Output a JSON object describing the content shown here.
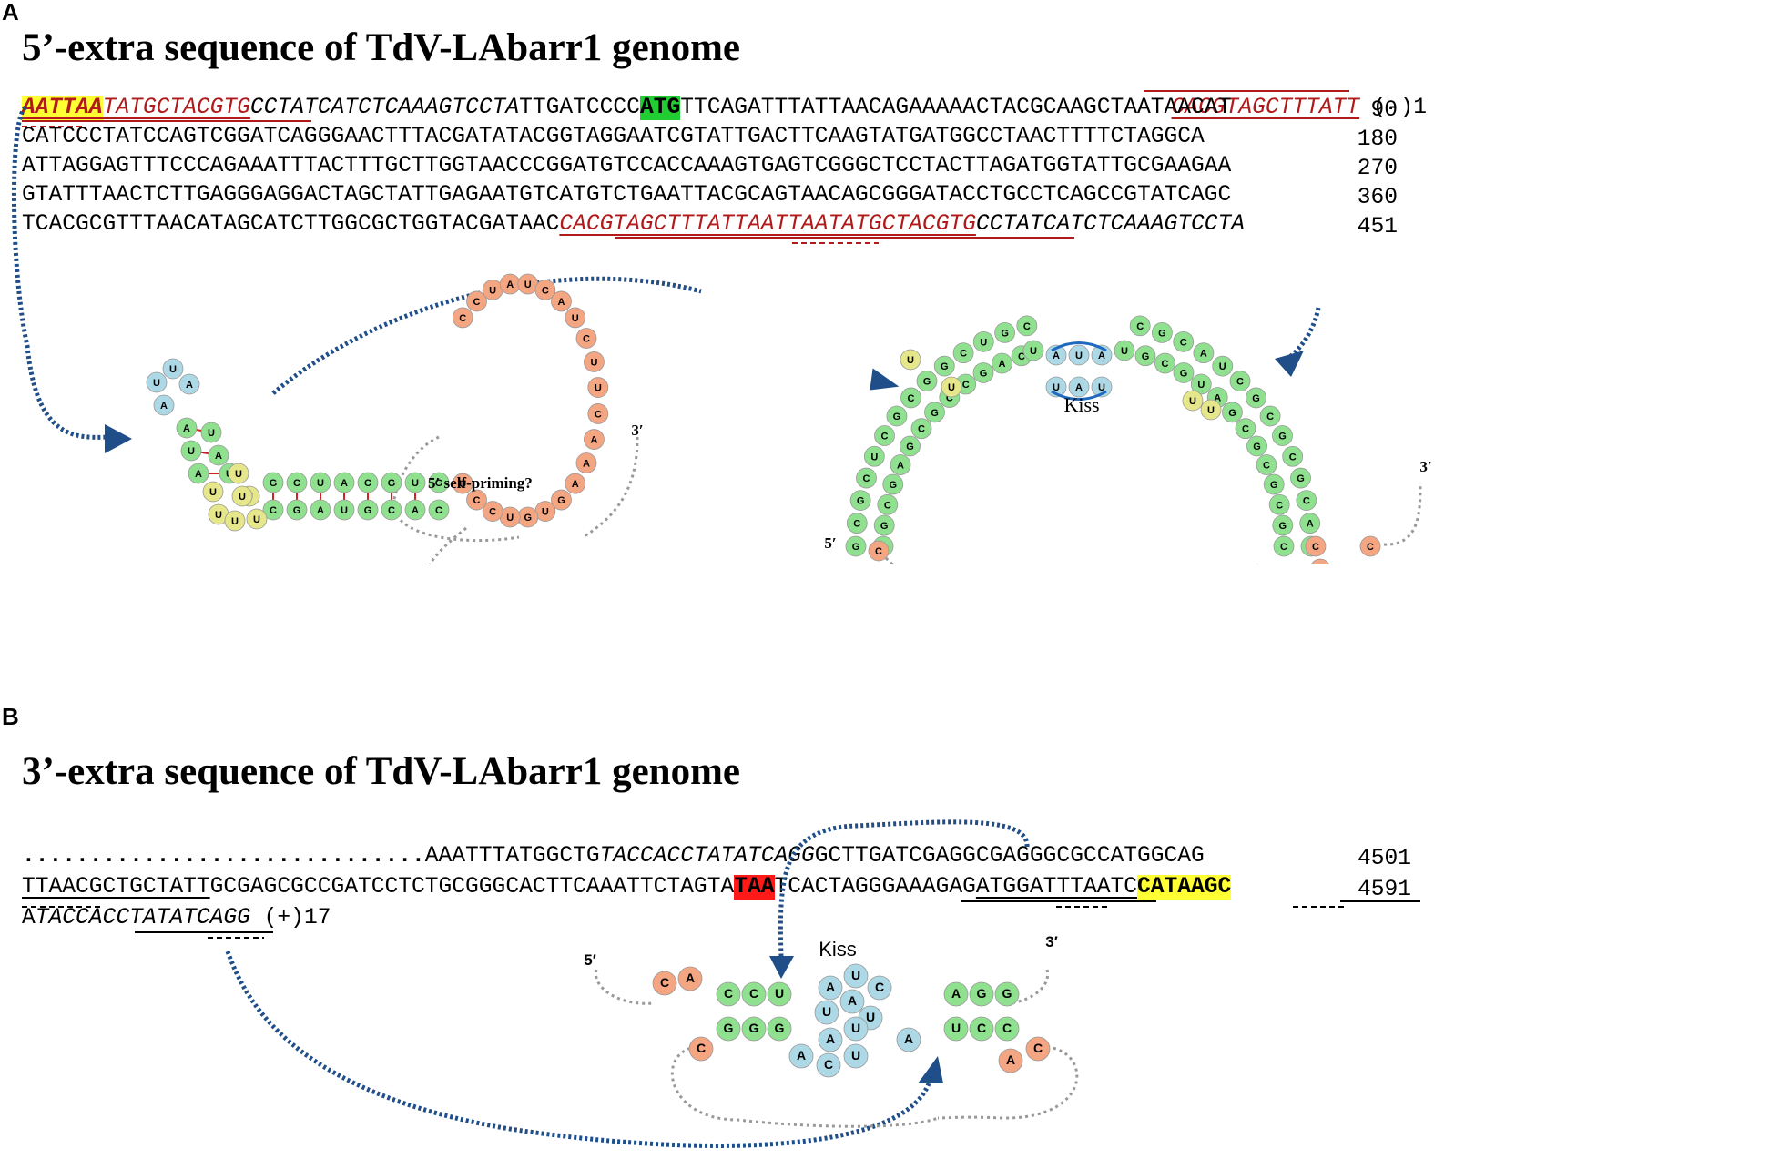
{
  "panelA": {
    "letter": "A",
    "title": "5’-extra sequence of TdV-LAbarr1 genome",
    "minus_label_seq": "CACGTAGCTTTATT",
    "minus_label_suffix": " (-)1",
    "line1": {
      "yellow": "AATTAA",
      "red_it": "TATGCTACGTG",
      "italic": "CCTATCATCTCAAAGTCCTA",
      "plain1": "TTGATCCCC",
      "green": "ATG",
      "plain2": "TTCAGATTTATTAACAGAAAAACTACGCAAGCTAATAACAT",
      "num": "90"
    },
    "line2": {
      "seq": "CATCCCTATCCAGTCGGATCAGGGAACTTTACGATATACGGTAGGAATCGTATTGACTTCAAGTATGATGGCCTAACTTTTCTAGGCA",
      "num": "180"
    },
    "line3": {
      "seq": "ATTAGGAGTTTCCCAGAAATTTACTTTGCTTGGTAACCCGGATGTCCACCAAAGTGAGTCGGGCTCCTACTTAGATGGTATTGCGAAGAA",
      "num": "270"
    },
    "line4": {
      "seq": "GTATTTAACTCTTGAGGGAGGACTAGCTATTGAGAATGTCATGTCTGAATTACGCAGTAACAGCGGGATACCTGCCTCAGCCGTATCAGC",
      "num": "360"
    },
    "line5": {
      "plain": "TCACGCGTTTAACATAGCATCTTGGCGCTGGTACGATAAC",
      "red_it": "CACGTAGCTTTATTAATTAATATGCTACGTG",
      "italic": "CCTATCATCTCAAAGTCCTA",
      "num": "451"
    },
    "labels": {
      "self_priming": "5′ self-priming?",
      "kiss": "Kiss",
      "five_prime": "5′",
      "three_prime": "3′"
    }
  },
  "panelB": {
    "letter": "B",
    "title": "3’-extra sequence of TdV-LAbarr1 genome",
    "line1": {
      "dots": "..............................",
      "plain1": "AAATTTATGGCTG",
      "italic": "TACCACCTATATCAGG",
      "plain2": "GCTTGATCGAGGCGAGGGCGCCATGGCAG",
      "num": "4501"
    },
    "line2": {
      "ul1": "TTAACGCTGCTATT",
      "plain1": "GCGAGCGCCGATCCTCTGCGGGCACTTCAAATTCTAGTA",
      "red": "TAA",
      "plain2": "TCACTAGGGAAAGAG",
      "ul2": "ATGGATTTAATC",
      "yellow": "CATAAGC",
      "num": "4591"
    },
    "line3": {
      "plain": "A",
      "italic": "TACCACCTATATCAGG",
      "suffix": " (+)17"
    },
    "labels": {
      "kiss": "Kiss",
      "five_prime": "5′",
      "three_prime": "3′"
    }
  },
  "colors": {
    "stem": "#8fe08f",
    "loop": "#add8e6",
    "single": "#f4a582",
    "bulge": "#e6e68a",
    "arrow": "#1f4e89",
    "red_text": "#b01a1a"
  }
}
